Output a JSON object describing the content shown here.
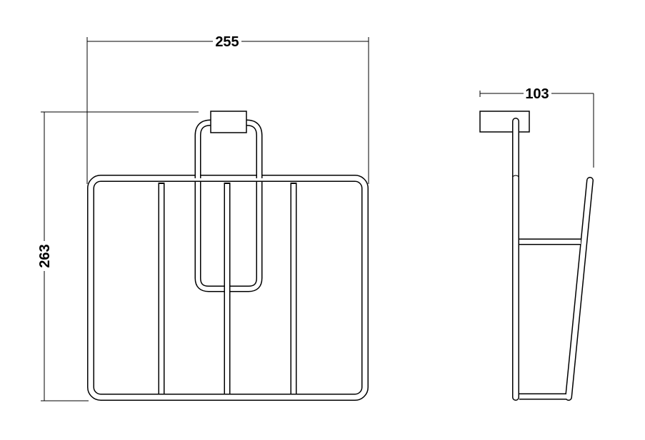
{
  "drawing": {
    "front_view": {
      "width_dimension": "255",
      "height_dimension": "263"
    },
    "side_view": {
      "depth_dimension": "103"
    },
    "colors": {
      "line": "#000000",
      "background": "#ffffff"
    }
  }
}
